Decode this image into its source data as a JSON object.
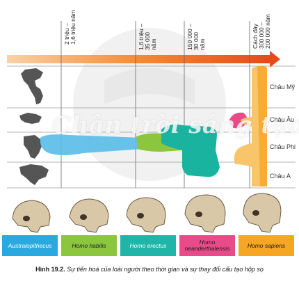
{
  "time_markers": [
    {
      "label_line1": "2 triệu –",
      "label_line2": "1,6 triệu năm"
    },
    {
      "label_line1": "1,6 triệu –",
      "label_line2": "35 000",
      "label_line3": "năm"
    },
    {
      "label_line1": "150 000 –",
      "label_line2": "30 000",
      "label_line3": "năm"
    },
    {
      "label_line1": "Cách đây",
      "label_line2": "300 000 –",
      "label_line3": "200 000 năm"
    }
  ],
  "regions": [
    "Châu Mỹ",
    "Châu Âu",
    "Châu Phi",
    "Châu Á"
  ],
  "species": [
    {
      "name": "Australopithecus",
      "color": "#29a9df"
    },
    {
      "name": "Homo habilis",
      "color": "#8cc63f"
    },
    {
      "name": "Homo erectus",
      "color": "#1fb5a8"
    },
    {
      "name": "Homo neanderthalensis",
      "color": "#e94b8a"
    },
    {
      "name": "Homo sapiens",
      "color": "#f6a623"
    }
  ],
  "watermark": "Chân trời sáng tạo",
  "caption": {
    "figure": "Hình 19.2.",
    "text": "Sự tiến hoá của loài người theo thời gian và sự thay đổi cấu tạo hộp sọ"
  }
}
